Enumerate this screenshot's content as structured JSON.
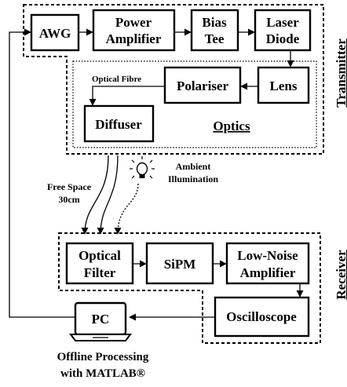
{
  "transmitter": {
    "title": "Transmitter",
    "blocks": {
      "awg": "AWG",
      "power_amp_1": "Power",
      "power_amp_2": "Amplifier",
      "bias_tee_1": "Bias",
      "bias_tee_2": "Tee",
      "laser_1": "Laser",
      "laser_2": "Diode"
    },
    "optics": {
      "title": "Optics",
      "lens": "Lens",
      "polariser": "Polariser",
      "diffuser": "Diffuser",
      "optical_fibre": "Optical Fibre"
    }
  },
  "channel": {
    "free_space_1": "Free Space",
    "free_space_2": "30cm",
    "ambient_1": "Ambient",
    "ambient_2": "Illumination"
  },
  "receiver": {
    "title": "Receiver",
    "blocks": {
      "optical_filter_1": "Optical",
      "optical_filter_2": "Filter",
      "sipm": "SiPM",
      "lna_1": "Low-Noise",
      "lna_2": "Amplifier",
      "oscilloscope": "Oscilloscope"
    }
  },
  "pc": {
    "label": "PC",
    "caption_1": "Offline Processing",
    "caption_2": "with MATLAB®"
  },
  "style": {
    "stroke": "#000000",
    "background": "#ffffff"
  }
}
